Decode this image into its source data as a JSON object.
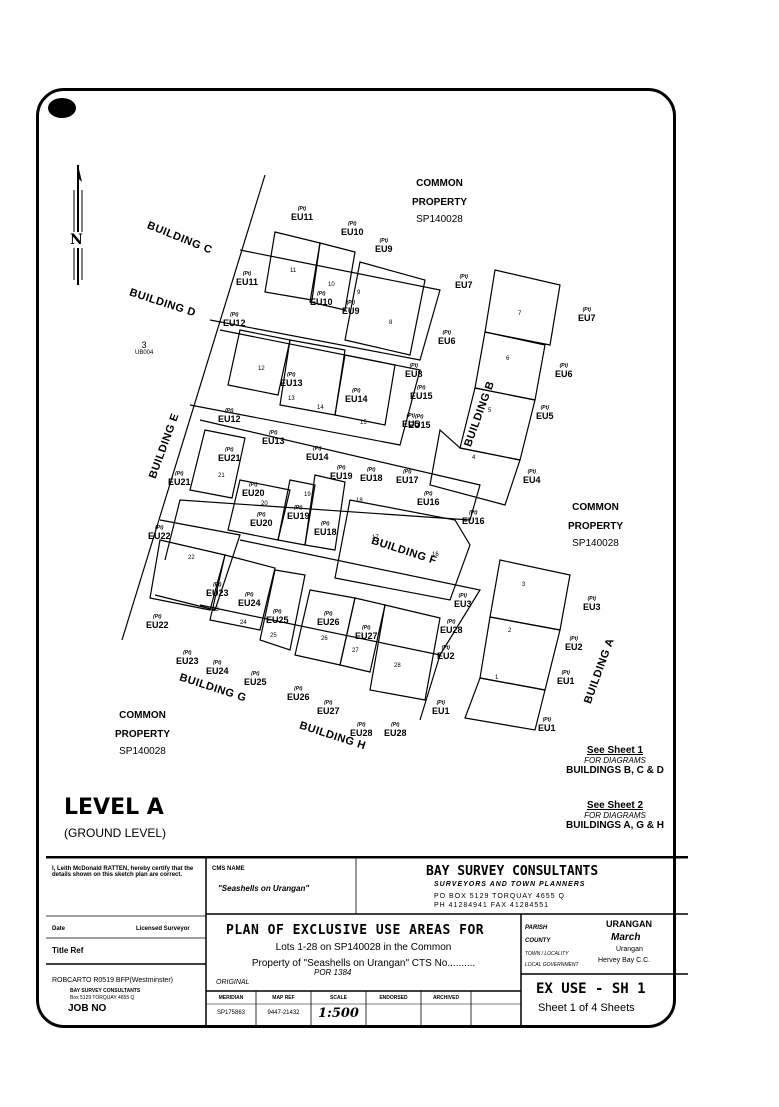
{
  "plan": {
    "seal_label": "",
    "north_label": "N",
    "building_labels": {
      "c": "BUILDING C",
      "d": "BUILDING D",
      "e": "BUILDING E",
      "f": "BUILDING F",
      "g": "BUILDING G",
      "h": "BUILDING H",
      "b": "BUILDING B",
      "a": "BUILDING A"
    },
    "common_property": {
      "label_1": "COMMON",
      "label_2": "PROPERTY",
      "ref": "SP140028"
    },
    "lot3": {
      "num": "3",
      "ref": "UB004"
    },
    "pt_tag": "(Pt)",
    "eu_labels": [
      {
        "id": "eu11a",
        "t": "EU11"
      },
      {
        "id": "eu10a",
        "t": "EU10"
      },
      {
        "id": "eu9a",
        "t": "EU9"
      },
      {
        "id": "eu11b",
        "t": "EU11"
      },
      {
        "id": "eu10b",
        "t": "EU10"
      },
      {
        "id": "eu9b",
        "t": "EU9"
      },
      {
        "id": "eu12a",
        "t": "EU12"
      },
      {
        "id": "eu13a",
        "t": "EU13"
      },
      {
        "id": "eu8",
        "t": "EU8"
      },
      {
        "id": "eu14a",
        "t": "EU14"
      },
      {
        "id": "eu15a",
        "t": "EU15"
      },
      {
        "id": "eu15b",
        "t": "EU15"
      },
      {
        "id": "eu12b",
        "t": "EU12"
      },
      {
        "id": "eu13b",
        "t": "EU13"
      },
      {
        "id": "eu14b",
        "t": "EU14"
      },
      {
        "id": "eu21a",
        "t": "EU21"
      },
      {
        "id": "eu21b",
        "t": "EU21"
      },
      {
        "id": "eu19a",
        "t": "EU19"
      },
      {
        "id": "eu18a",
        "t": "EU18"
      },
      {
        "id": "eu17",
        "t": "EU17"
      },
      {
        "id": "eu20a",
        "t": "EU20"
      },
      {
        "id": "eu20b",
        "t": "EU20"
      },
      {
        "id": "eu19b",
        "t": "EU19"
      },
      {
        "id": "eu18b",
        "t": "EU18"
      },
      {
        "id": "eu16a",
        "t": "EU16"
      },
      {
        "id": "eu16b",
        "t": "EU16"
      },
      {
        "id": "eu22a",
        "t": "EU22"
      },
      {
        "id": "eu23a",
        "t": "EU23"
      },
      {
        "id": "eu24a",
        "t": "EU24"
      },
      {
        "id": "eu25a",
        "t": "EU25"
      },
      {
        "id": "eu26a",
        "t": "EU26"
      },
      {
        "id": "eu27a",
        "t": "EU27"
      },
      {
        "id": "eu22b",
        "t": "EU22"
      },
      {
        "id": "eu23b",
        "t": "EU23"
      },
      {
        "id": "eu24b",
        "t": "EU24"
      },
      {
        "id": "eu25b",
        "t": "EU25"
      },
      {
        "id": "eu26b",
        "t": "EU26"
      },
      {
        "id": "eu27b",
        "t": "EU27"
      },
      {
        "id": "eu28a",
        "t": "EU28"
      },
      {
        "id": "eu28b",
        "t": "EU28"
      },
      {
        "id": "eu28c",
        "t": "EU28"
      },
      {
        "id": "eu7a",
        "t": "EU7"
      },
      {
        "id": "eu7b",
        "t": "EU7"
      },
      {
        "id": "eu6a",
        "t": "EU6"
      },
      {
        "id": "eu6b",
        "t": "EU6"
      },
      {
        "id": "eu5a",
        "t": "EU5"
      },
      {
        "id": "eu5b",
        "t": "EU5"
      },
      {
        "id": "eu4",
        "t": "EU4"
      },
      {
        "id": "eu3a",
        "t": "EU3"
      },
      {
        "id": "eu3b",
        "t": "EU3"
      },
      {
        "id": "eu2a",
        "t": "EU2"
      },
      {
        "id": "eu2b",
        "t": "EU2"
      },
      {
        "id": "eu1a",
        "t": "EU1"
      },
      {
        "id": "eu1b",
        "t": "EU1"
      },
      {
        "id": "eu1c",
        "t": "EU1"
      }
    ],
    "lot_numbers": [
      "1",
      "2",
      "3",
      "4",
      "5",
      "6",
      "7",
      "8",
      "9",
      "10",
      "11",
      "12",
      "13",
      "14",
      "15",
      "16",
      "17",
      "18",
      "19",
      "20",
      "21",
      "22",
      "23",
      "24",
      "25",
      "26",
      "27",
      "28"
    ],
    "level_title": "LEVEL A",
    "level_sub": "(GROUND LEVEL)",
    "sheet_refs": [
      {
        "sheet": "See Sheet 1",
        "for": "FOR DIAGRAMS",
        "buildings": "BUILDINGS B, C & D"
      },
      {
        "sheet": "See Sheet 2",
        "for": "FOR DIAGRAMS",
        "buildings": "BUILDINGS A, G & H"
      }
    ]
  },
  "title_block": {
    "cert_text": "I, Leith McDonald RATTEN, hereby certify that the details shown on this sketch plan are correct.",
    "date_label": "Date",
    "surveyor_label": "Licensed Surveyor",
    "title_ref_label": "Title Ref",
    "robcarto": "ROBCARTO  R0519 BFP(Westminster)",
    "firm_small": "BAY SURVEY CONSULTANTS",
    "firm_address_small": "Box 5129 TORQUAY 4655 Q",
    "job_no_label": "JOB NO",
    "cms_label": "CMS NAME",
    "cms_name": "\"Seashells on Urangan\"",
    "firm": "BAY SURVEY CONSULTANTS",
    "firm_sub": "SURVEYORS AND TOWN PLANNERS",
    "po_box": "PO BOX 5129 TORQUAY  4655 Q",
    "ph_fax": "PH 41284941   FAX 41284551",
    "plan_title": "PLAN OF EXCLUSIVE USE AREAS FOR",
    "plan_desc_1": "Lots 1-28 on SP140028 in the Common",
    "plan_desc_2": "Property of \"Seashells on Urangan\" CTS No..........",
    "original_label": "ORIGINAL",
    "original_value": "POR 1384",
    "parish_label": "PARISH",
    "parish_value": "URANGAN",
    "county_label": "COUNTY",
    "county_value": "March",
    "town_label": "TOWN / LOCALITY",
    "town_value": "Urangan",
    "lg_label": "LOCAL GOVERNMENT",
    "lg_value": "Hervey Bay C.C.",
    "meridian_label": "MERIDIAN",
    "meridian_value": "SP175863",
    "map_ref_label": "MAP REF",
    "map_ref_value": "9447-21432",
    "scale_label": "SCALE",
    "scale_value": "1:500",
    "endorsed_label": "ENDORSED",
    "archived_label": "ARCHIVED",
    "ex_use": "EX USE  -  SH 1",
    "sheet_of": "Sheet 1 of 4 Sheets"
  }
}
